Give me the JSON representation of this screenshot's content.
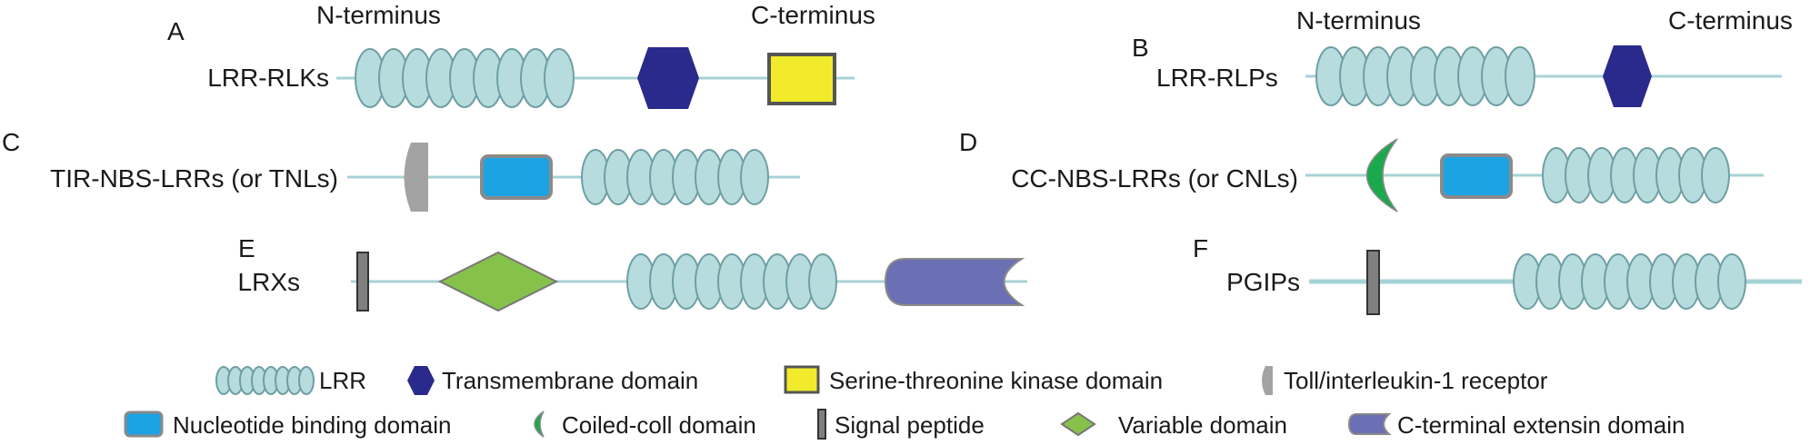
{
  "panels": {
    "a": {
      "letter": "A",
      "name": "LRR-RLKs",
      "n_terminus": "N-terminus",
      "c_terminus": "C-terminus"
    },
    "b": {
      "letter": "B",
      "name": "LRR-RLPs",
      "n_terminus": "N-terminus",
      "c_terminus": "C-terminus"
    },
    "c": {
      "letter": "C",
      "name": "TIR-NBS-LRRs (or TNLs)"
    },
    "d": {
      "letter": "D",
      "name": "CC-NBS-LRRs (or CNLs)"
    },
    "e": {
      "letter": "E",
      "name": "LRXs"
    },
    "f": {
      "letter": "F",
      "name": "PGIPs"
    }
  },
  "legend": {
    "lrr": "LRR",
    "transmembrane": "Transmembrane domain",
    "kinase": "Serine-threonine kinase domain",
    "tir": "Toll/interleukin-1 receptor",
    "nbs": "Nucleotide binding domain",
    "cc": "Coiled-coll domain",
    "signal": "Signal peptide",
    "variable": "Variable domain",
    "cte": "C-terminal extensin domain"
  },
  "colors": {
    "lrr_fill": "#b6dcde",
    "transmembrane": "#2a2a8c",
    "kinase": "#f1eb2b",
    "nbs": "#1ca3e4",
    "tir": "#a3a3a3",
    "coiled_coil": "#1aa94d",
    "signal_peptide": "#808080",
    "variable": "#86c24a",
    "extensin": "#6b6fb3",
    "backbone": "#a7d2d4"
  }
}
